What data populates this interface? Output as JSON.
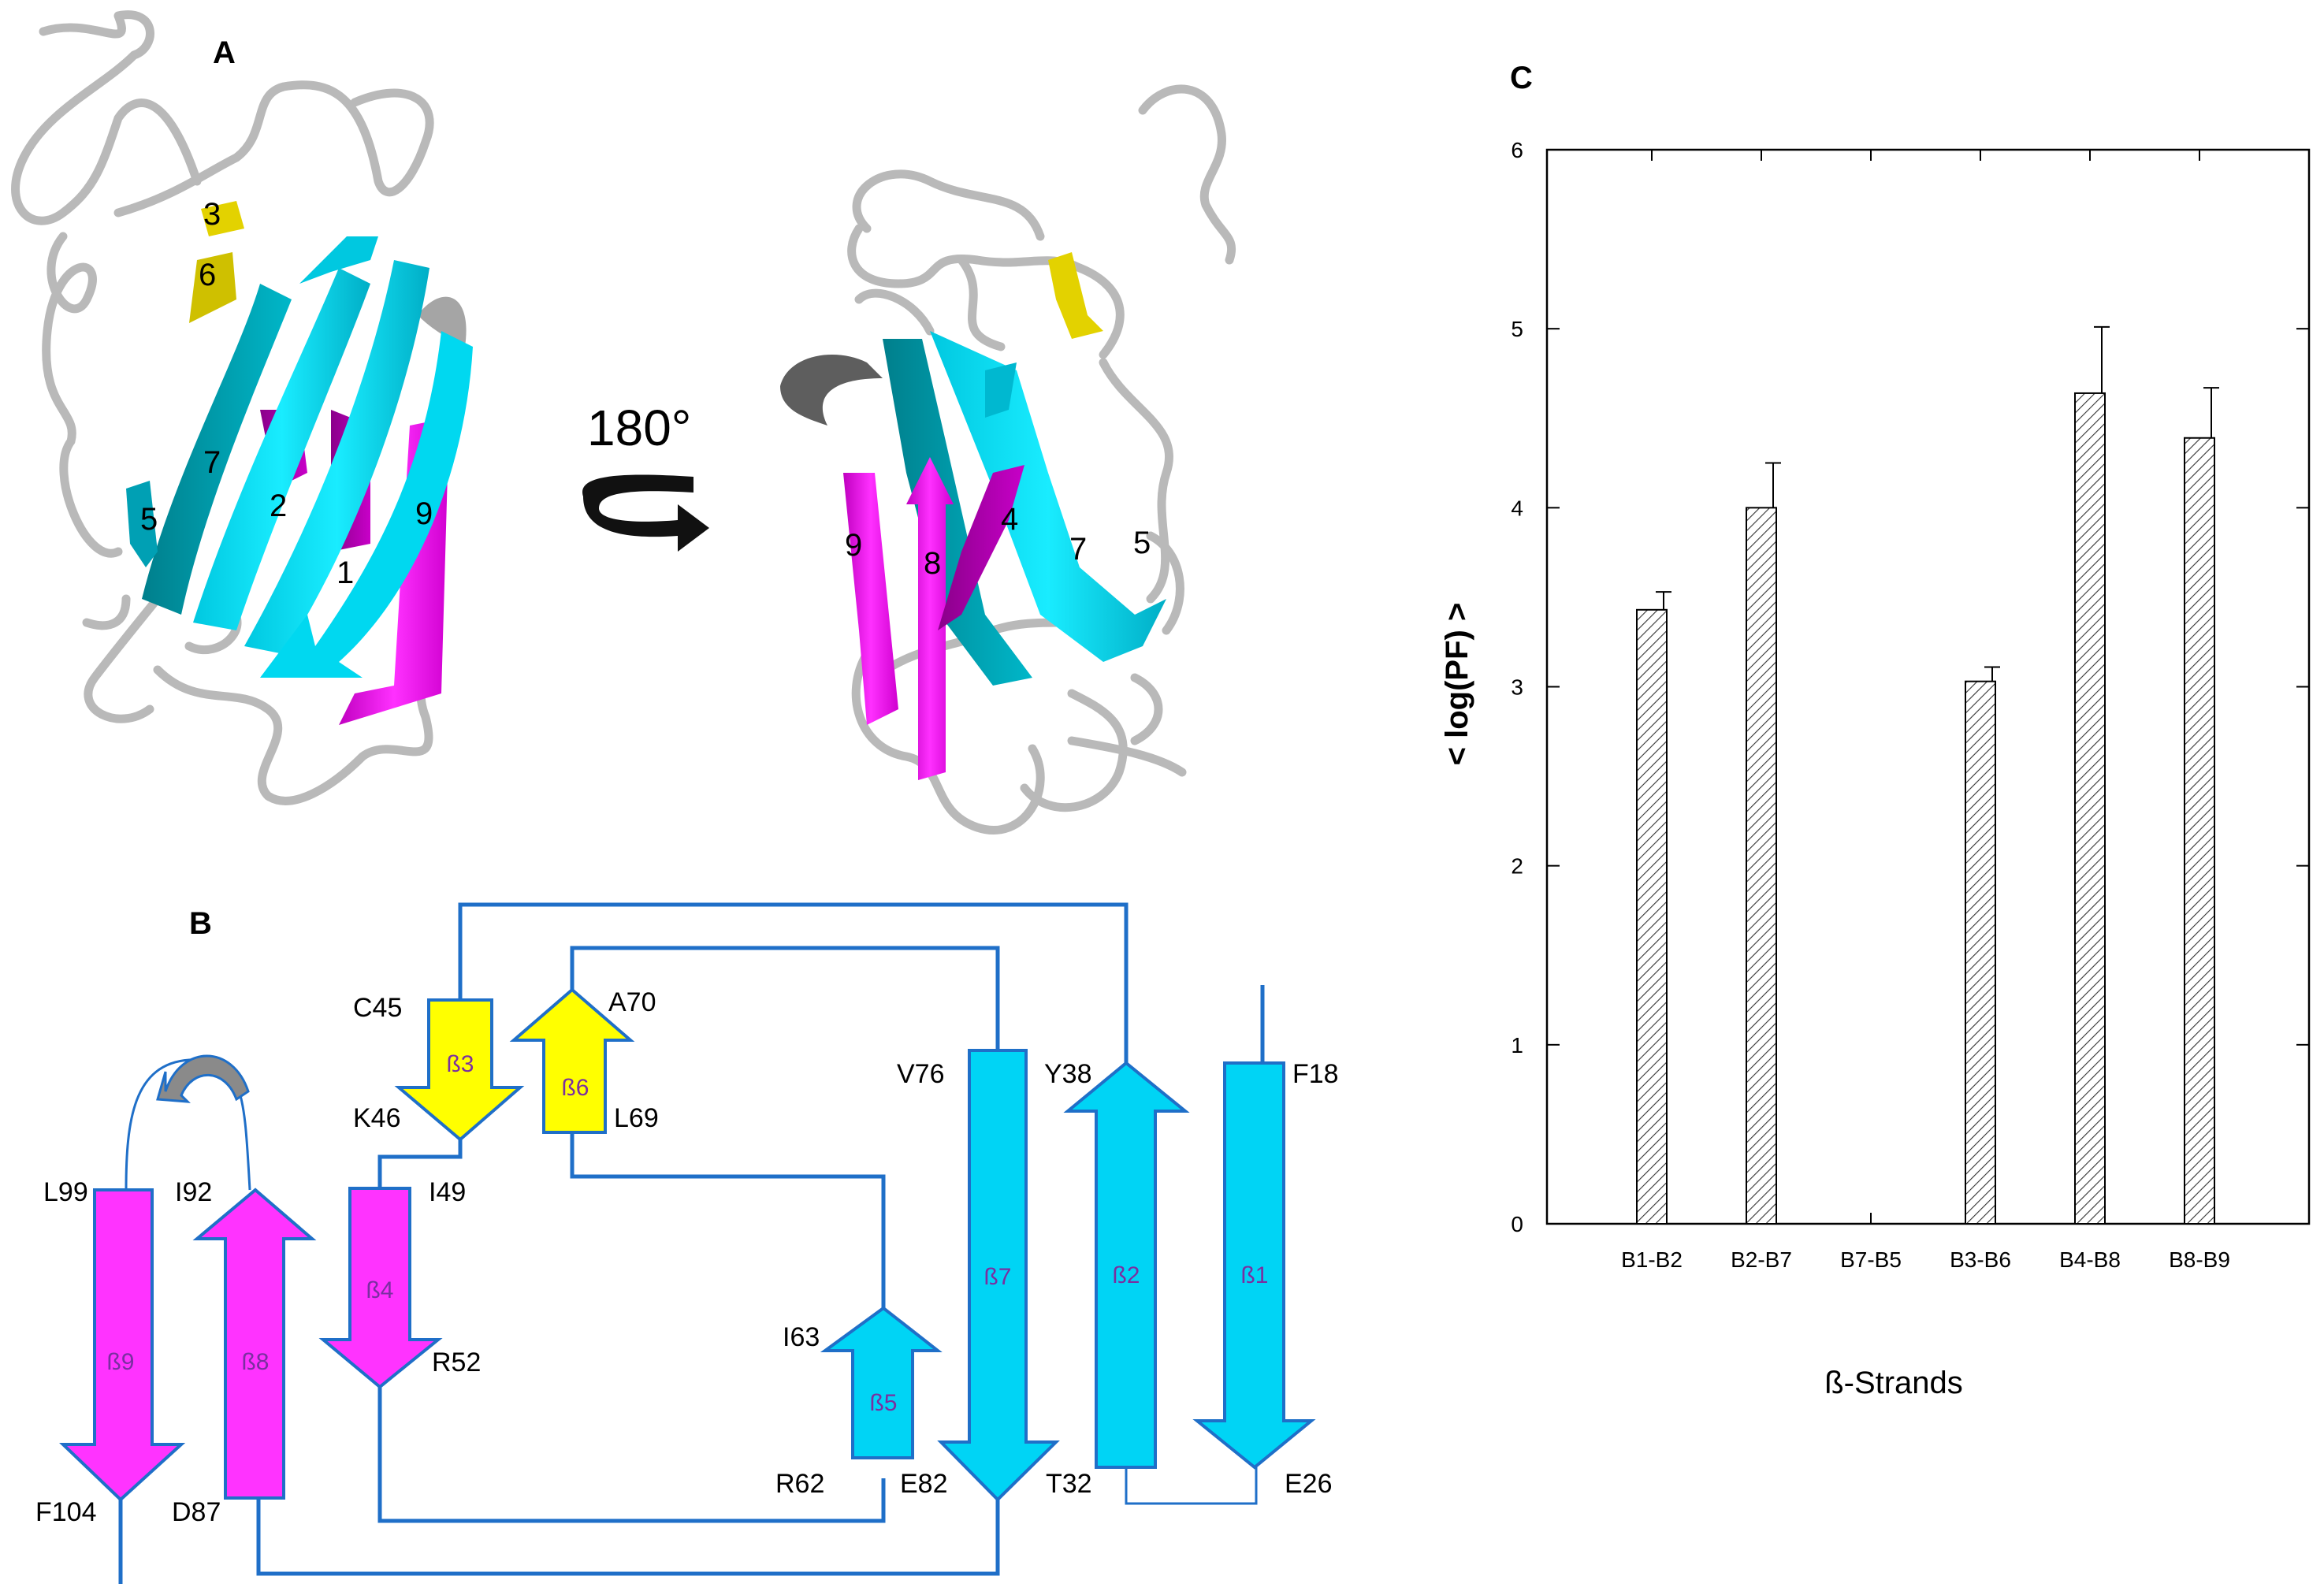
{
  "panels": {
    "a": {
      "letter": "A",
      "rotation_label": "180°",
      "left_view_labels": [
        "3",
        "6",
        "7",
        "5",
        "2",
        "9",
        "1"
      ],
      "right_view_labels": [
        "9",
        "8",
        "4",
        "7",
        "5"
      ]
    },
    "b": {
      "letter": "B",
      "strands": {
        "b1": "ß1",
        "b2": "ß2",
        "b3": "ß3",
        "b4": "ß4",
        "b5": "ß5",
        "b6": "ß6",
        "b7": "ß7",
        "b8": "ß8",
        "b9": "ß9"
      },
      "residues": {
        "f18": "F18",
        "e26": "E26",
        "t32": "T32",
        "y38": "Y38",
        "c45": "C45",
        "k46": "K46",
        "i49": "I49",
        "r52": "R52",
        "r62": "R62",
        "i63": "I63",
        "l69": "L69",
        "a70": "A70",
        "v76": "V76",
        "e82": "E82",
        "d87": "D87",
        "i92": "I92",
        "l99": "L99",
        "f104": "F104"
      }
    },
    "c": {
      "letter": "C"
    }
  },
  "colors": {
    "cyan": "#00d4f5",
    "magenta": "#ff33ff",
    "yellow": "#ffff00",
    "topology_line": "#1f6fc8",
    "strand_text": "#7a2fa0"
  },
  "chart_data": {
    "type": "bar",
    "title": "",
    "xlabel": "ß-Strands",
    "ylabel": "< log(PF) >",
    "categories": [
      "B1-B2",
      "B2-B7",
      "B7-B5",
      "B3-B6",
      "B4-B8",
      "B8-B9"
    ],
    "values": [
      3.43,
      4.0,
      null,
      3.03,
      4.64,
      4.39
    ],
    "errors": [
      0.1,
      0.25,
      null,
      0.08,
      0.37,
      0.28
    ],
    "ylim": [
      0,
      6
    ],
    "yticks": [
      0,
      1,
      2,
      3,
      4,
      5,
      6
    ],
    "grid": false,
    "bar_fill": "hatched"
  }
}
